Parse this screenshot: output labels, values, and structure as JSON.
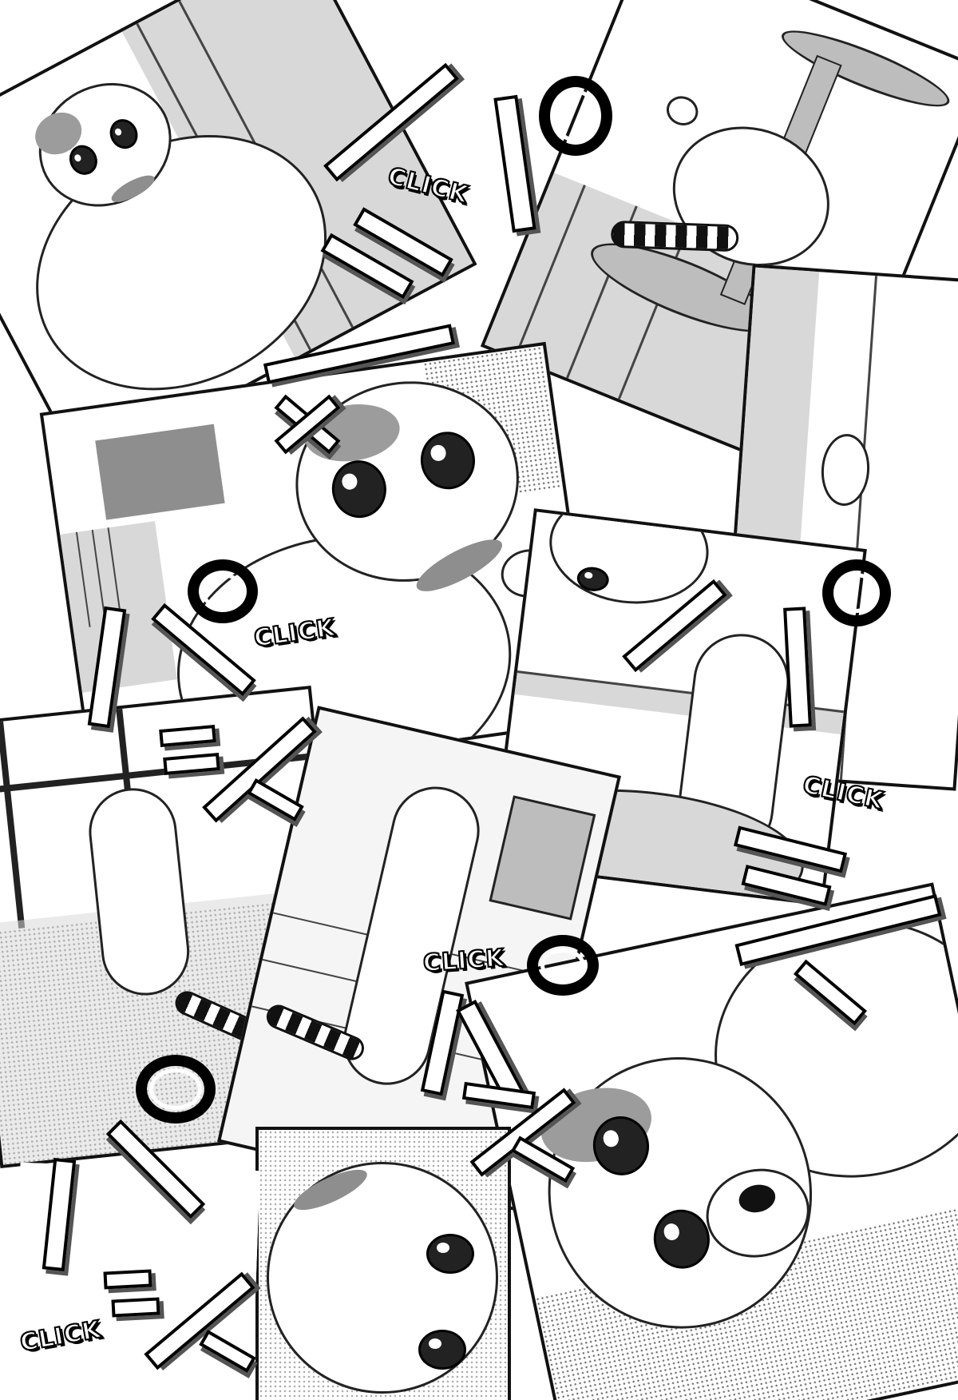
{
  "page": {
    "sound_effect_word": "CLICK"
  },
  "sfx_labels": [
    {
      "text": "CLICK"
    },
    {
      "text": "CLICK"
    },
    {
      "text": "CLICK"
    },
    {
      "text": "CLICK"
    },
    {
      "text": "CLICK"
    }
  ],
  "colors": {
    "ink": "#000000",
    "paper": "#ffffff",
    "screentone_light": "#d8d8d8",
    "screentone_mid": "#bdbdbd",
    "screentone_dark": "#8e8e8e"
  }
}
